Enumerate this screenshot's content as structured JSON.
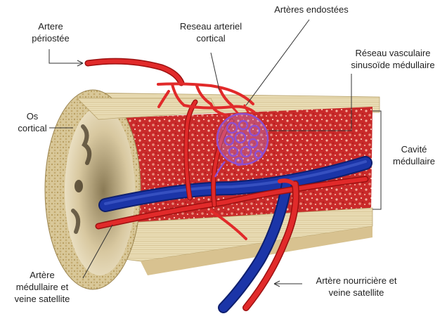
{
  "labels": {
    "artere_periostee": [
      "Artere",
      "périostée"
    ],
    "reseau_arteriel_cortical": [
      "Reseau arteriel",
      "cortical"
    ],
    "arteres_endostees": [
      "Artères endostées"
    ],
    "reseau_vasculaire_sinusoide": [
      "Réseau vasculaire",
      "sinusoïde médullaire"
    ],
    "os_cortical": [
      "Os",
      "cortical"
    ],
    "cavite_medullaire": [
      "Cavité",
      "médullaire"
    ],
    "artere_medullaire_veine": [
      "Artère",
      "médullaire et",
      "veine satellite"
    ],
    "artere_nourriciere_veine": [
      "Artère nourricière et",
      "veine satellite"
    ]
  },
  "colors": {
    "artery": "#d81e1e",
    "artery_dark": "#9c1010",
    "vein": "#1b35a8",
    "vein_dark": "#0e1f6e",
    "sinusoid": "#8e4fd0",
    "marrow": "#c92a2a",
    "bone": "#e9dcb4",
    "bone_shadow": "#c9b27a",
    "leader_line": "#333333"
  }
}
